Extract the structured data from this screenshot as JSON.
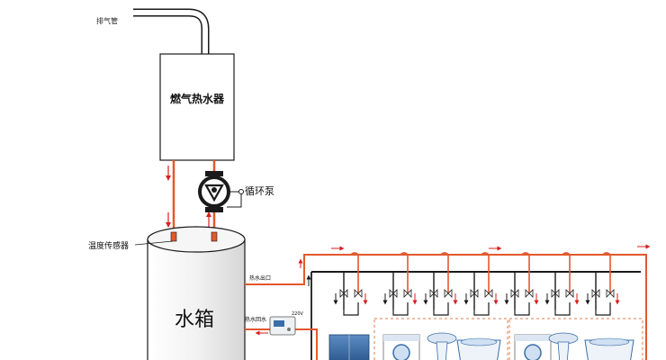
{
  "labels": {
    "exhaust": "排气管",
    "heater": "燃气热水器",
    "pump": "循环泵",
    "sensor": "温度传感器",
    "tank": "水箱",
    "hot_out": "热水出口",
    "hot_return": "热水回水",
    "voltage": "220V"
  },
  "colors": {
    "pipe_hot": "#e2592d",
    "pipe_cold": "#1a1a1a",
    "arrow_red": "#d81e1e",
    "box_border": "#1a1a1a",
    "dashed": "#e0784a",
    "appliance_blue": "#3a6ea8",
    "appliance_light": "#dce6f2"
  },
  "icons": {
    "pump": "pump-icon",
    "valve": "valve-icon",
    "controller": "controller-icon",
    "washer": "washing-machine-icon",
    "sink": "washbasin-icon",
    "tub": "bathtub-icon",
    "cabinet": "cabinet-icon"
  }
}
